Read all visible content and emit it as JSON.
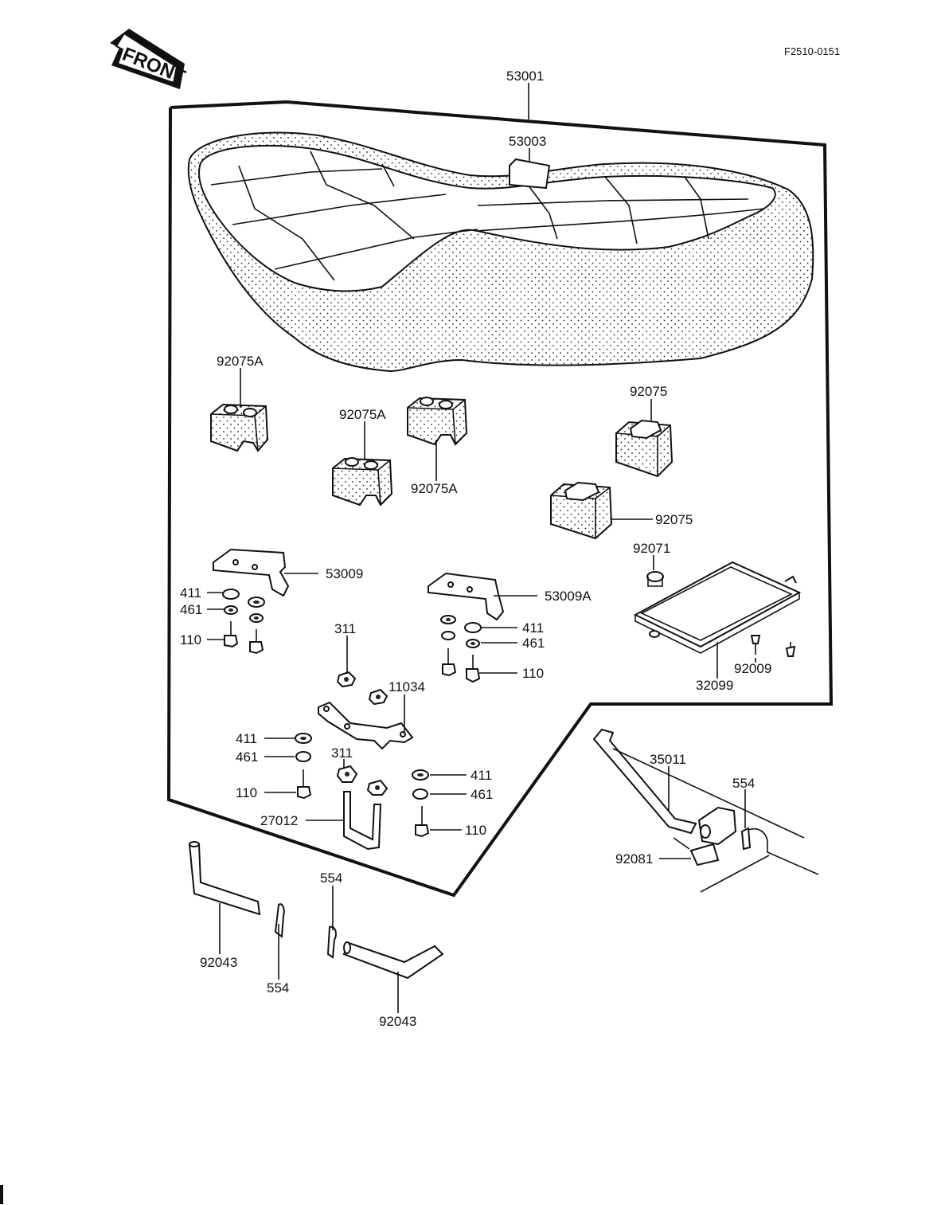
{
  "figure_code": "F2510-0151",
  "front_label": "FRONT",
  "part_labels": {
    "seat_assembly": "53001",
    "seat_strap": "53003",
    "damper_front_left": "92075A",
    "damper_front_mid": "92075A",
    "damper_front_right": "92075A",
    "damper_rear_top": "92075",
    "damper_rear_bottom": "92075",
    "grommet": "92071",
    "tray": "32099",
    "tray_screw": "92009",
    "bracket_left": "53009",
    "bracket_right": "53009A",
    "washer_left": "411",
    "lockwasher_left": "461",
    "bolt_left": "110",
    "washer_right": "411",
    "lockwasher_right": "461",
    "bolt_right": "110",
    "nut_upper": "311",
    "bracket_center": "11034",
    "washer_lower_left": "411",
    "lockwasher_lower_left": "461",
    "bolt_lower_left": "110",
    "nut_lower": "311",
    "washer_lower_right": "411",
    "lockwasher_lower_right": "461",
    "bolt_lower_right": "110",
    "u_bolt": "27012",
    "seat_lock_lever": "35011",
    "cotter_pin_lock": "554",
    "spring": "92081",
    "pin_left": "92043",
    "cotter_pin_left": "554",
    "cotter_pin_center": "554",
    "pin_center": "92043"
  }
}
